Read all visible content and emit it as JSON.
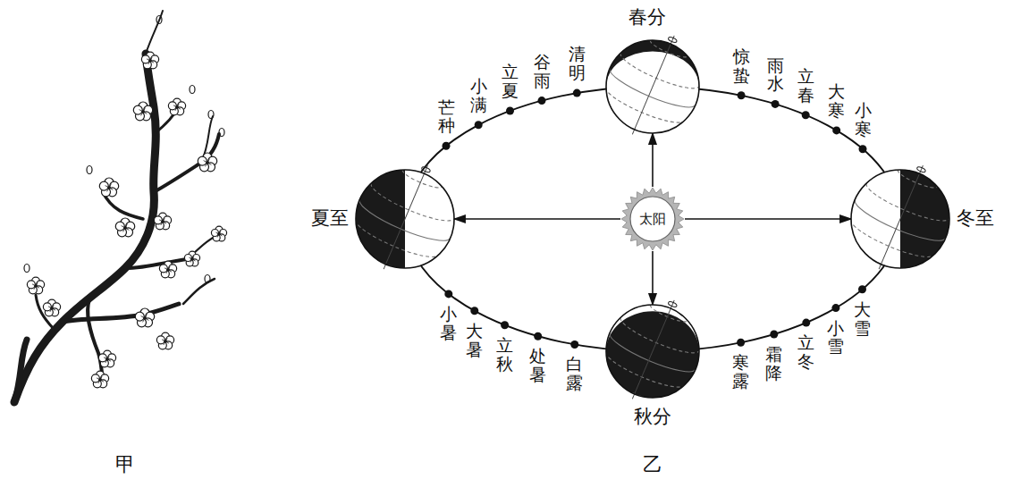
{
  "diagram": {
    "nodes": [
      {
        "text": [
          "太阳"
        ]
      },
      {
        "text": [
          "春分"
        ]
      },
      {
        "text": [
          "夏至"
        ]
      },
      {
        "text": [
          "冬至"
        ]
      },
      {
        "text": [
          "秋分"
        ]
      }
    ],
    "edges": [
      {
        "from": 0,
        "to": 1,
        "arrow": "to"
      },
      {
        "from": 0,
        "to": 2,
        "arrow": "to"
      },
      {
        "from": 0,
        "to": 3,
        "arrow": "to"
      },
      {
        "from": 0,
        "to": 4,
        "arrow": "to"
      }
    ],
    "labels": [
      "清明",
      "谷雨",
      "立夏",
      "小满",
      "芒种",
      "惊蛰",
      "雨水",
      "立春",
      "大寒",
      "小寒",
      "小暑",
      "大暑",
      "立秋",
      "处暑",
      "白露",
      "寒露",
      "霜降",
      "立冬",
      "小雪",
      "大雪",
      "甲",
      "乙"
    ]
  }
}
